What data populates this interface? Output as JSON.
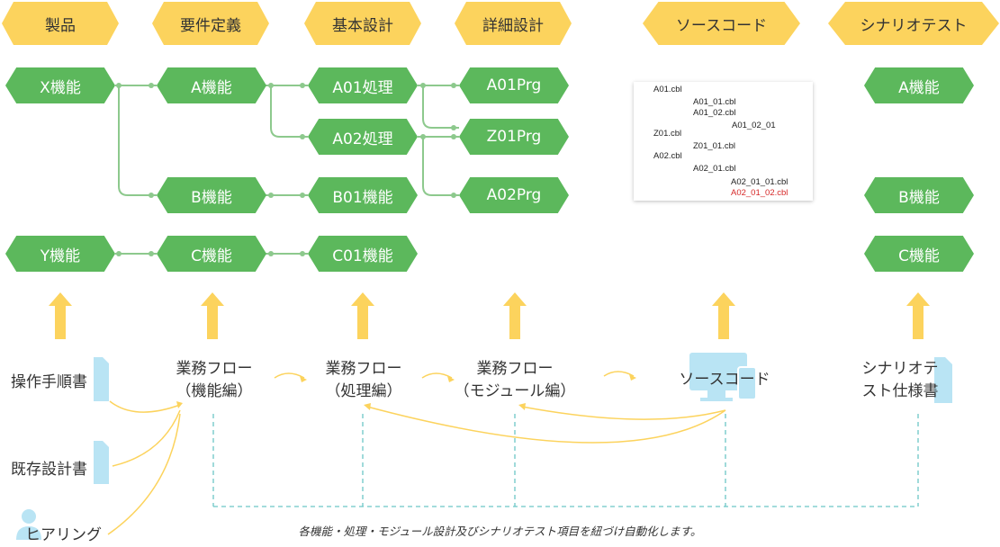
{
  "headers": [
    "製品",
    "要件定義",
    "基本設計",
    "詳細設計",
    "ソースコード",
    "シナリオテスト"
  ],
  "nodes": {
    "x": "X機能",
    "y": "Y機能",
    "a": "A機能",
    "b": "B機能",
    "c": "C機能",
    "a01": "A01処理",
    "a02": "A02処理",
    "b01": "B01機能",
    "c01": "C01機能",
    "a01prg": "A01Prg",
    "z01prg": "Z01Prg",
    "a02prg": "A02Prg",
    "test_a": "A機能",
    "test_b": "B機能",
    "test_c": "C機能"
  },
  "source_tree": [
    "A01.cbl",
    "A01_01.cbl",
    "A01_02.cbl",
    "A01_02_01",
    "Z01.cbl",
    "Z01_01.cbl",
    "A02.cbl",
    "A02_01.cbl",
    "A02_01_01.cbl",
    "A02_01_02.cbl"
  ],
  "inputs": {
    "manual": "操作手順書",
    "existing": "既存設計書",
    "hearing": "ヒアリング"
  },
  "flows": {
    "flow1": [
      "業務フロー",
      "（機能編）"
    ],
    "flow2": [
      "業務フロー",
      "（処理編）"
    ],
    "flow3": [
      "業務フロー",
      "（モジュール編）"
    ],
    "source": "ソースコード",
    "scenario": [
      "シナリオテ",
      "スト仕様書"
    ]
  },
  "caption": "各機能・処理・モジュール設計及びシナリオテスト項目を紐づけ自動化します。",
  "colors": {
    "header": "#fcd35d",
    "node": "#5cb85c",
    "connector": "#8dc98d",
    "arrow": "#fcd35d",
    "doc_icon": "#b9e4f4",
    "dashed": "#6cc7c7",
    "highlight": "#d62828"
  }
}
